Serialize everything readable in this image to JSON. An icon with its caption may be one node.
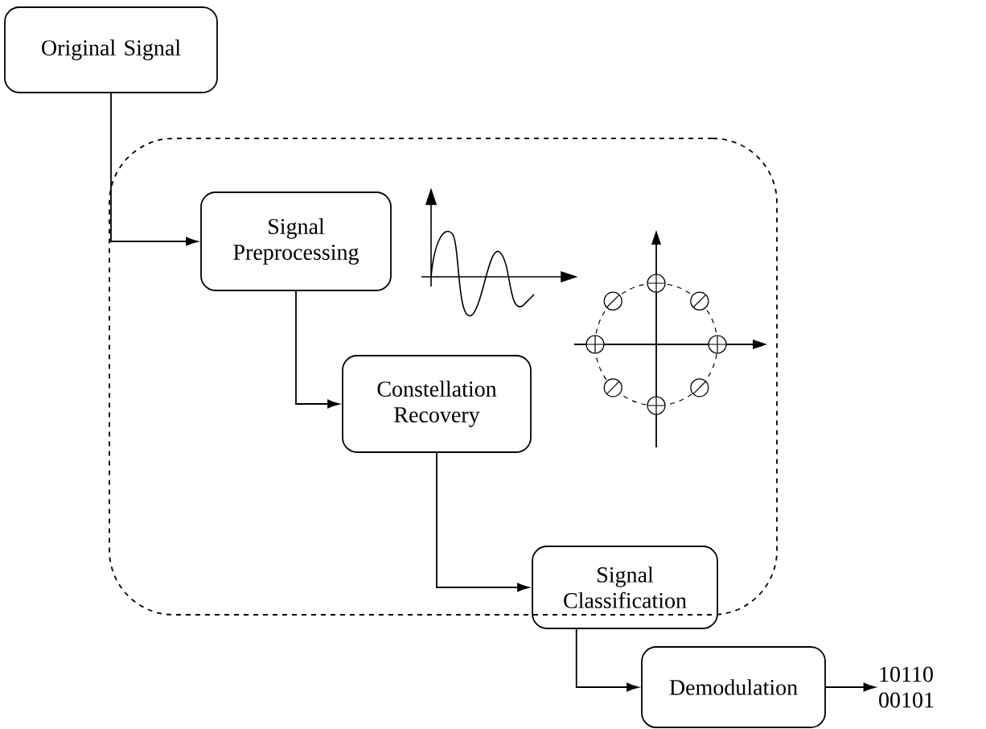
{
  "diagram": {
    "nodes": [
      {
        "text": [
          "Original Signal"
        ]
      },
      {
        "text": [],
        "shape": "box"
      },
      {
        "text": [
          "Signal Preprocessing"
        ],
        "in": 1
      },
      {
        "text": [
          "Constellation Recovery"
        ],
        "in": 1
      },
      {
        "text": [
          "Signal Classification"
        ]
      },
      {
        "text": [
          "Demodulation"
        ]
      },
      {
        "text": [
          "10110 00101"
        ]
      }
    ],
    "edges": [
      {
        "from": 0,
        "to": 2,
        "arrow": "to"
      },
      {
        "from": 2,
        "to": 3,
        "arrow": "to"
      },
      {
        "from": 3,
        "to": 4,
        "arrow": "to"
      },
      {
        "from": 4,
        "to": 5,
        "arrow": "to"
      },
      {
        "from": 5,
        "to": 6,
        "arrow": "to"
      }
    ]
  }
}
